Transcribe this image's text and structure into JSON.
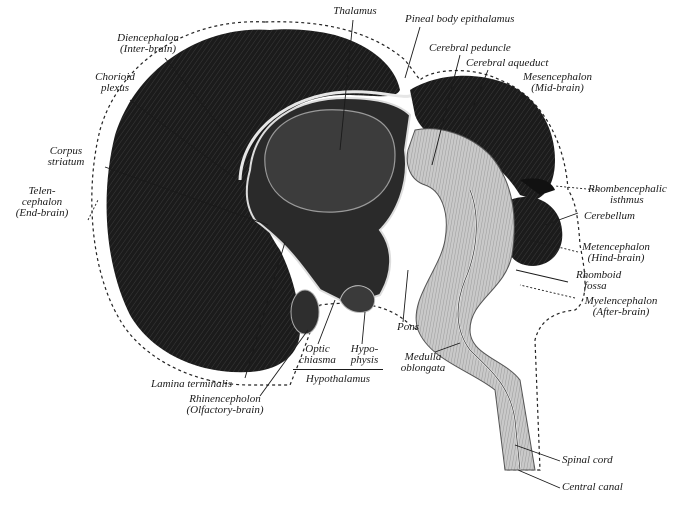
{
  "labels": {
    "thalamus": "Thalamus",
    "pineal": "Pineal body epithalamus",
    "diencephalon": [
      "Diencephalon",
      "(Inter-brain)"
    ],
    "cerebral_peduncle": "Cerebral peduncle",
    "cerebral_aqueduct": "Cerebral aqueduct",
    "mesencephalon": [
      "Mesencephalon",
      "(Mid-brain)"
    ],
    "chorioid_plexus": [
      "Chorioid",
      "plexus"
    ],
    "corpus_striatum": [
      "Corpus",
      "striatum"
    ],
    "telencephalon": [
      "Telen-",
      "cephalon",
      "(End-brain)"
    ],
    "rhombencephalic_isthmus": [
      "Rhombencephalic",
      "isthmus"
    ],
    "cerebellum": "Cerebellum",
    "metencephalon": [
      "Metencephalon",
      "(Hind-brain)"
    ],
    "rhomboid_fossa": [
      "Rhomboid",
      "fossa"
    ],
    "myelencephalon": [
      "Myelencephalon",
      "(After-brain)"
    ],
    "pons": "Pons",
    "optic_chiasma": [
      "Optic",
      "chiasma"
    ],
    "hypophysis": [
      "Hypo-",
      "physis"
    ],
    "hypothalamus": "Hypothalamus",
    "medulla_oblongata": [
      "Medulla",
      "oblongata"
    ],
    "lamina_terminalis": "Lamina terminalis",
    "rhinencephalon": [
      "Rhinencepholon",
      "(Olfactory-brain)"
    ],
    "spinal_cord": "Spinal cord",
    "central_canal": "Central canal"
  }
}
